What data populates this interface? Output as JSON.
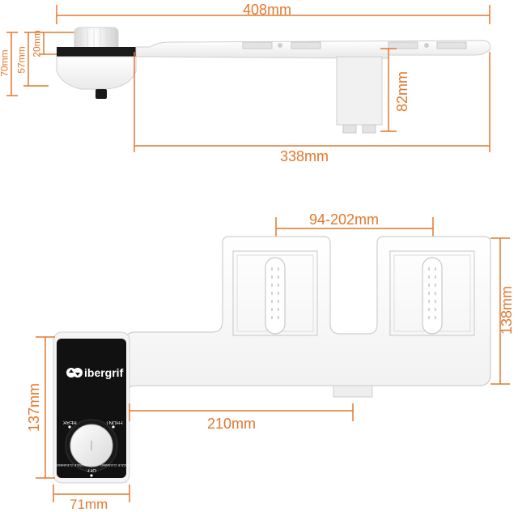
{
  "colors": {
    "dimension": "#e2782e",
    "body": "#f3f3f3",
    "outline": "#cfcfcf",
    "panel": "#111111",
    "knob": "#f1f1f1"
  },
  "top_view": {
    "total_length": "408mm",
    "plate_length": "338mm",
    "height_outer": "70mm",
    "height_mid": "57mm",
    "height_inner": "20mm",
    "nozzle_height": "82mm"
  },
  "bottom_view": {
    "slot_range": "94-202mm",
    "plate_depth": "138mm",
    "panel_height": "137mm",
    "nozzle_offset": "210mm",
    "panel_width": "71mm"
  },
  "control_panel": {
    "brand": "ibergrif",
    "logo_mark": "dual-arrow-logo",
    "label_front": "FRONT",
    "label_rear": "REAR",
    "label_off": "OFF",
    "label_nozzle_cleaning_left": "NOZZLE CLEANING",
    "label_nozzle_cleaning_right": "NOZZLE CLEANING"
  }
}
